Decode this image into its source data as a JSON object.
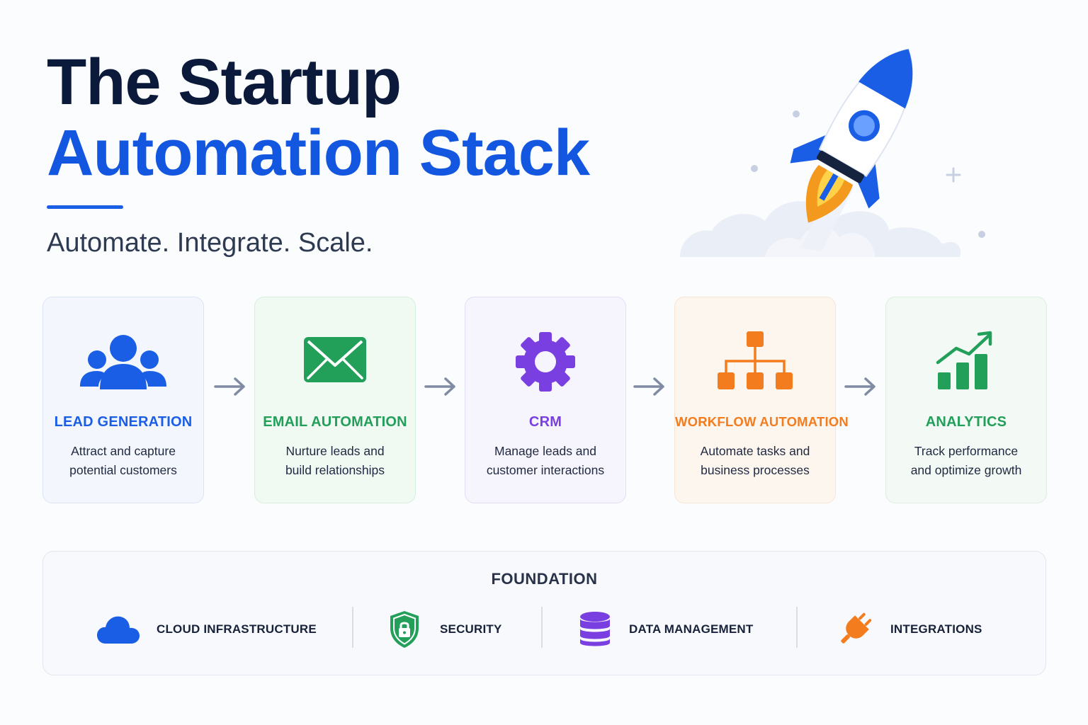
{
  "header": {
    "title_line1": "The Startup",
    "title_line2": "Automation Stack",
    "tagline": "Automate. Integrate. Scale."
  },
  "stages": [
    {
      "title": "LEAD GENERATION",
      "desc_line1": "Attract and capture",
      "desc_line2": "potential customers",
      "icon": "users-icon",
      "color": "#1a5ee6"
    },
    {
      "title": "EMAIL AUTOMATION",
      "desc_line1": "Nurture leads and",
      "desc_line2": "build relationships",
      "icon": "envelope-icon",
      "color": "#22a05a"
    },
    {
      "title": "CRM",
      "desc_line1": "Manage leads and",
      "desc_line2": "customer interactions",
      "icon": "gear-icon",
      "color": "#7a3fe0"
    },
    {
      "title": "WORKFLOW AUTOMATION",
      "desc_line1": "Automate tasks and",
      "desc_line2": "business processes",
      "icon": "org-chart-icon",
      "color": "#f37c1e"
    },
    {
      "title": "ANALYTICS",
      "desc_line1": "Track performance",
      "desc_line2": "and optimize growth",
      "icon": "growth-chart-icon",
      "color": "#22a05a"
    }
  ],
  "foundation": {
    "title": "FOUNDATION",
    "items": [
      {
        "label": "CLOUD INFRASTRUCTURE",
        "icon": "cloud-icon",
        "color": "#1a5ee6"
      },
      {
        "label": "SECURITY",
        "icon": "shield-lock-icon",
        "color": "#22a05a"
      },
      {
        "label": "DATA MANAGEMENT",
        "icon": "database-icon",
        "color": "#7a3fe0"
      },
      {
        "label": "INTEGRATIONS",
        "icon": "plug-icon",
        "color": "#f37c1e"
      }
    ]
  }
}
